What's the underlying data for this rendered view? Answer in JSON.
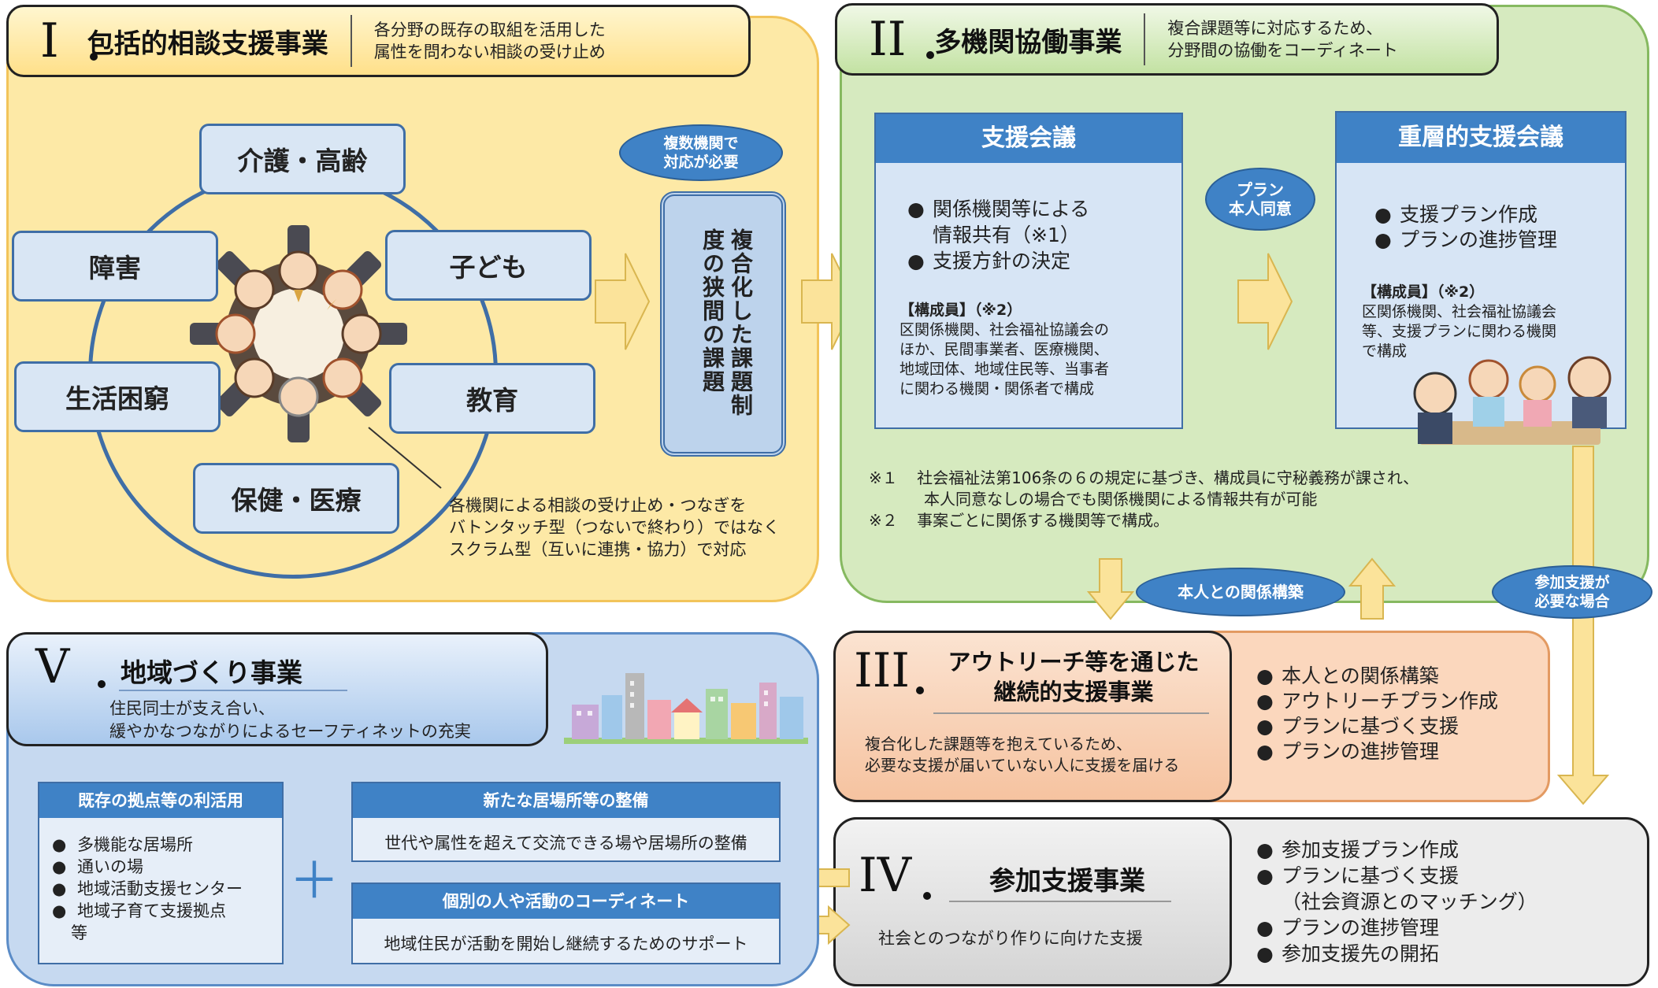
{
  "sec1": {
    "num": "I",
    "title": "包括的相談支援事業",
    "subtitle_line1": "各分野の既存の取組を活用した",
    "subtitle_line2": "属性を問わない相談の受け止め",
    "categories": [
      "介護・高齢",
      "子ども",
      "教育",
      "保健・医療",
      "生活困窮",
      "障害"
    ],
    "ellipse_line1": "複数機関で",
    "ellipse_line2": "対応が必要",
    "issue_box": "複合化した課題制度の狭間の課題",
    "note_line1": "各機関による相談の受け止め・つなぎを",
    "note_line2": "バトンタッチ型（つないで終わり）ではなく",
    "note_line3": "スクラム型（互いに連携・協力）で対応"
  },
  "sec2": {
    "num": "II",
    "title": "多機関協働事業",
    "subtitle_line1": "複合課題等に対応するため、",
    "subtitle_line2": "分野間の協働をコーディネート",
    "meeting1": {
      "header": "支援会議",
      "bullet1_line1": "関係機関等による",
      "bullet1_line2": "情報共有（※1）",
      "bullet2": "支援方針の決定",
      "members_label": "【構成員】（※2）",
      "members_line1": "区関係機関、社会福祉協議会の",
      "members_line2": "ほか、民間事業者、医療機関、",
      "members_line3": "地域団体、地域住民等、当事者",
      "members_line4": "に関わる機関・関係者で構成"
    },
    "consent_line1": "プラン",
    "consent_line2": "本人同意",
    "meeting2": {
      "header": "重層的支援会議",
      "bullet1": "支援プラン作成",
      "bullet2": "プランの進捗管理",
      "members_label": "【構成員】（※2）",
      "members_line1": "区関係機関、社会福祉協議会",
      "members_line2": "等、支援プランに関わる機関",
      "members_line3": "で構成"
    },
    "footnote1_mark": "※１",
    "footnote1_line1": "社会福祉法第106条の６の規定に基づき、構成員に守秘義務が課され、",
    "footnote1_line2": "本人同意なしの場合でも関係機関による情報共有が可能",
    "footnote2_mark": "※２",
    "footnote2_line1": "事案ごとに関係する機関等で構成。"
  },
  "connector": {
    "relationship": "本人との関係構築",
    "participation_line1": "参加支援が",
    "participation_line2": "必要な場合"
  },
  "sec3": {
    "num": "III",
    "title_line1": "アウトリーチ等を通じた",
    "title_line2": "継続的支援事業",
    "desc_line1": "複合化した課題等を抱えているため、",
    "desc_line2": "必要な支援が届いていない人に支援を届ける",
    "items": [
      "本人との関係構築",
      "アウトリーチプラン作成",
      "プランに基づく支援",
      "プランの進捗管理"
    ]
  },
  "sec4": {
    "num": "IV",
    "title": "参加支援事業",
    "desc": "社会とのつながり作りに向けた支援",
    "item1": "参加支援プラン作成",
    "item2": "プランに基づく支援",
    "item2_sub": "（社会資源とのマッチング）",
    "item3": "プランの進捗管理",
    "item4": "参加支援先の開拓"
  },
  "sec5": {
    "num": "V",
    "title": "地域づくり事業",
    "subtitle_line1": "住民同士が支え合い、",
    "subtitle_line2": "緩やかなつながりによるセーフティネットの充実",
    "box1": {
      "header": "既存の拠点等の利活用",
      "items": [
        "多機能な居場所",
        "通いの場",
        "地域活動支援センター",
        "地域子育て支援拠点"
      ],
      "tail": "等"
    },
    "plus": "＋",
    "box2": {
      "header": "新たな居場所等の整備",
      "body": "世代や属性を超えて交流できる場や居場所の整備"
    },
    "box3": {
      "header": "個別の人や活動のコーディネート",
      "body": "地域住民が活動を開始し継続するためのサポート"
    }
  },
  "colors": {
    "sec1_bg": "#fde9a6",
    "sec2_bg": "#d6eabf",
    "sec3_bg": "#fbd7bd",
    "sec4_bg": "#e4e4e4",
    "sec5_bg": "#c6d9f0",
    "accent_blue": "#3f82c6",
    "arrow_yellow": "#fbe39a"
  }
}
